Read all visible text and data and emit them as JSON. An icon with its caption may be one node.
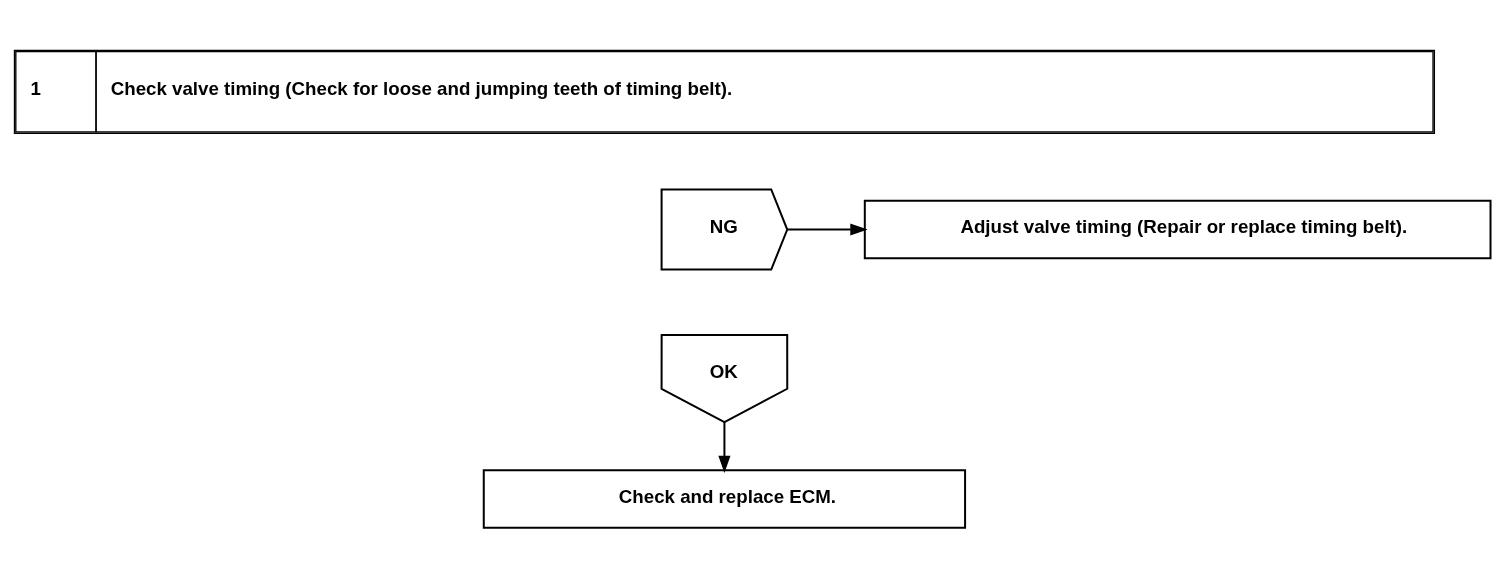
{
  "diagram": {
    "nodes": [
      {
        "text": [
          "1",
          "Check valve timing (Check for loose and jumping teeth of timing belt)."
        ]
      },
      {
        "text": [
          "NG"
        ]
      },
      {
        "text": [
          "Adjust valve timing (Repair or replace timing belt)."
        ]
      },
      {
        "text": [
          "OK"
        ]
      },
      {
        "text": [
          "Check and replace ECM."
        ]
      }
    ],
    "edges": [
      {
        "from": 1,
        "to": 2,
        "arrow": "to"
      },
      {
        "from": 3,
        "to": 4,
        "arrow": "to"
      }
    ]
  }
}
